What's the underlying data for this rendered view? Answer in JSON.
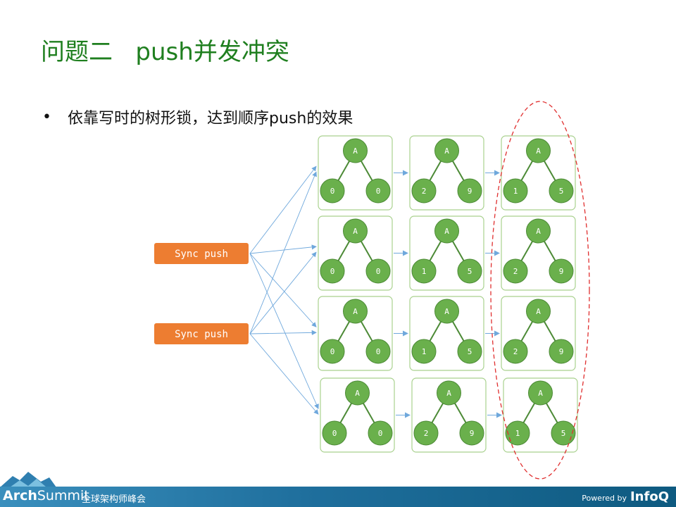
{
  "slide": {
    "title": "问题二   push并发冲突",
    "bullet": "依靠写时的树形锁，达到顺序push的效果"
  },
  "sources": [
    {
      "label": "Sync push"
    },
    {
      "label": "Sync push"
    }
  ],
  "rows": [
    [
      [
        "A",
        "0",
        "0"
      ],
      [
        "A",
        "2",
        "9"
      ],
      [
        "A",
        "1",
        "5"
      ]
    ],
    [
      [
        "A",
        "0",
        "0"
      ],
      [
        "A",
        "1",
        "5"
      ],
      [
        "A",
        "2",
        "9"
      ]
    ],
    [
      [
        "A",
        "0",
        "0"
      ],
      [
        "A",
        "1",
        "5"
      ],
      [
        "A",
        "2",
        "9"
      ]
    ],
    [
      [
        "A",
        "0",
        "0"
      ],
      [
        "A",
        "2",
        "9"
      ],
      [
        "A",
        "1",
        "5"
      ]
    ]
  ],
  "colors": {
    "title": "#1f7f1f",
    "node": "#6ab04c",
    "node_border": "#4c8a36",
    "box_border": "#a9d18e",
    "arrow": "#6fa8dc",
    "source": "#ed7d31",
    "ellipse": "#e03030"
  },
  "footer": {
    "brand_bold": "Arch",
    "brand_rest": "Summit",
    "subtitle": "全球架构师峰会",
    "powered": "Powered by",
    "infoq": "InfoQ"
  }
}
